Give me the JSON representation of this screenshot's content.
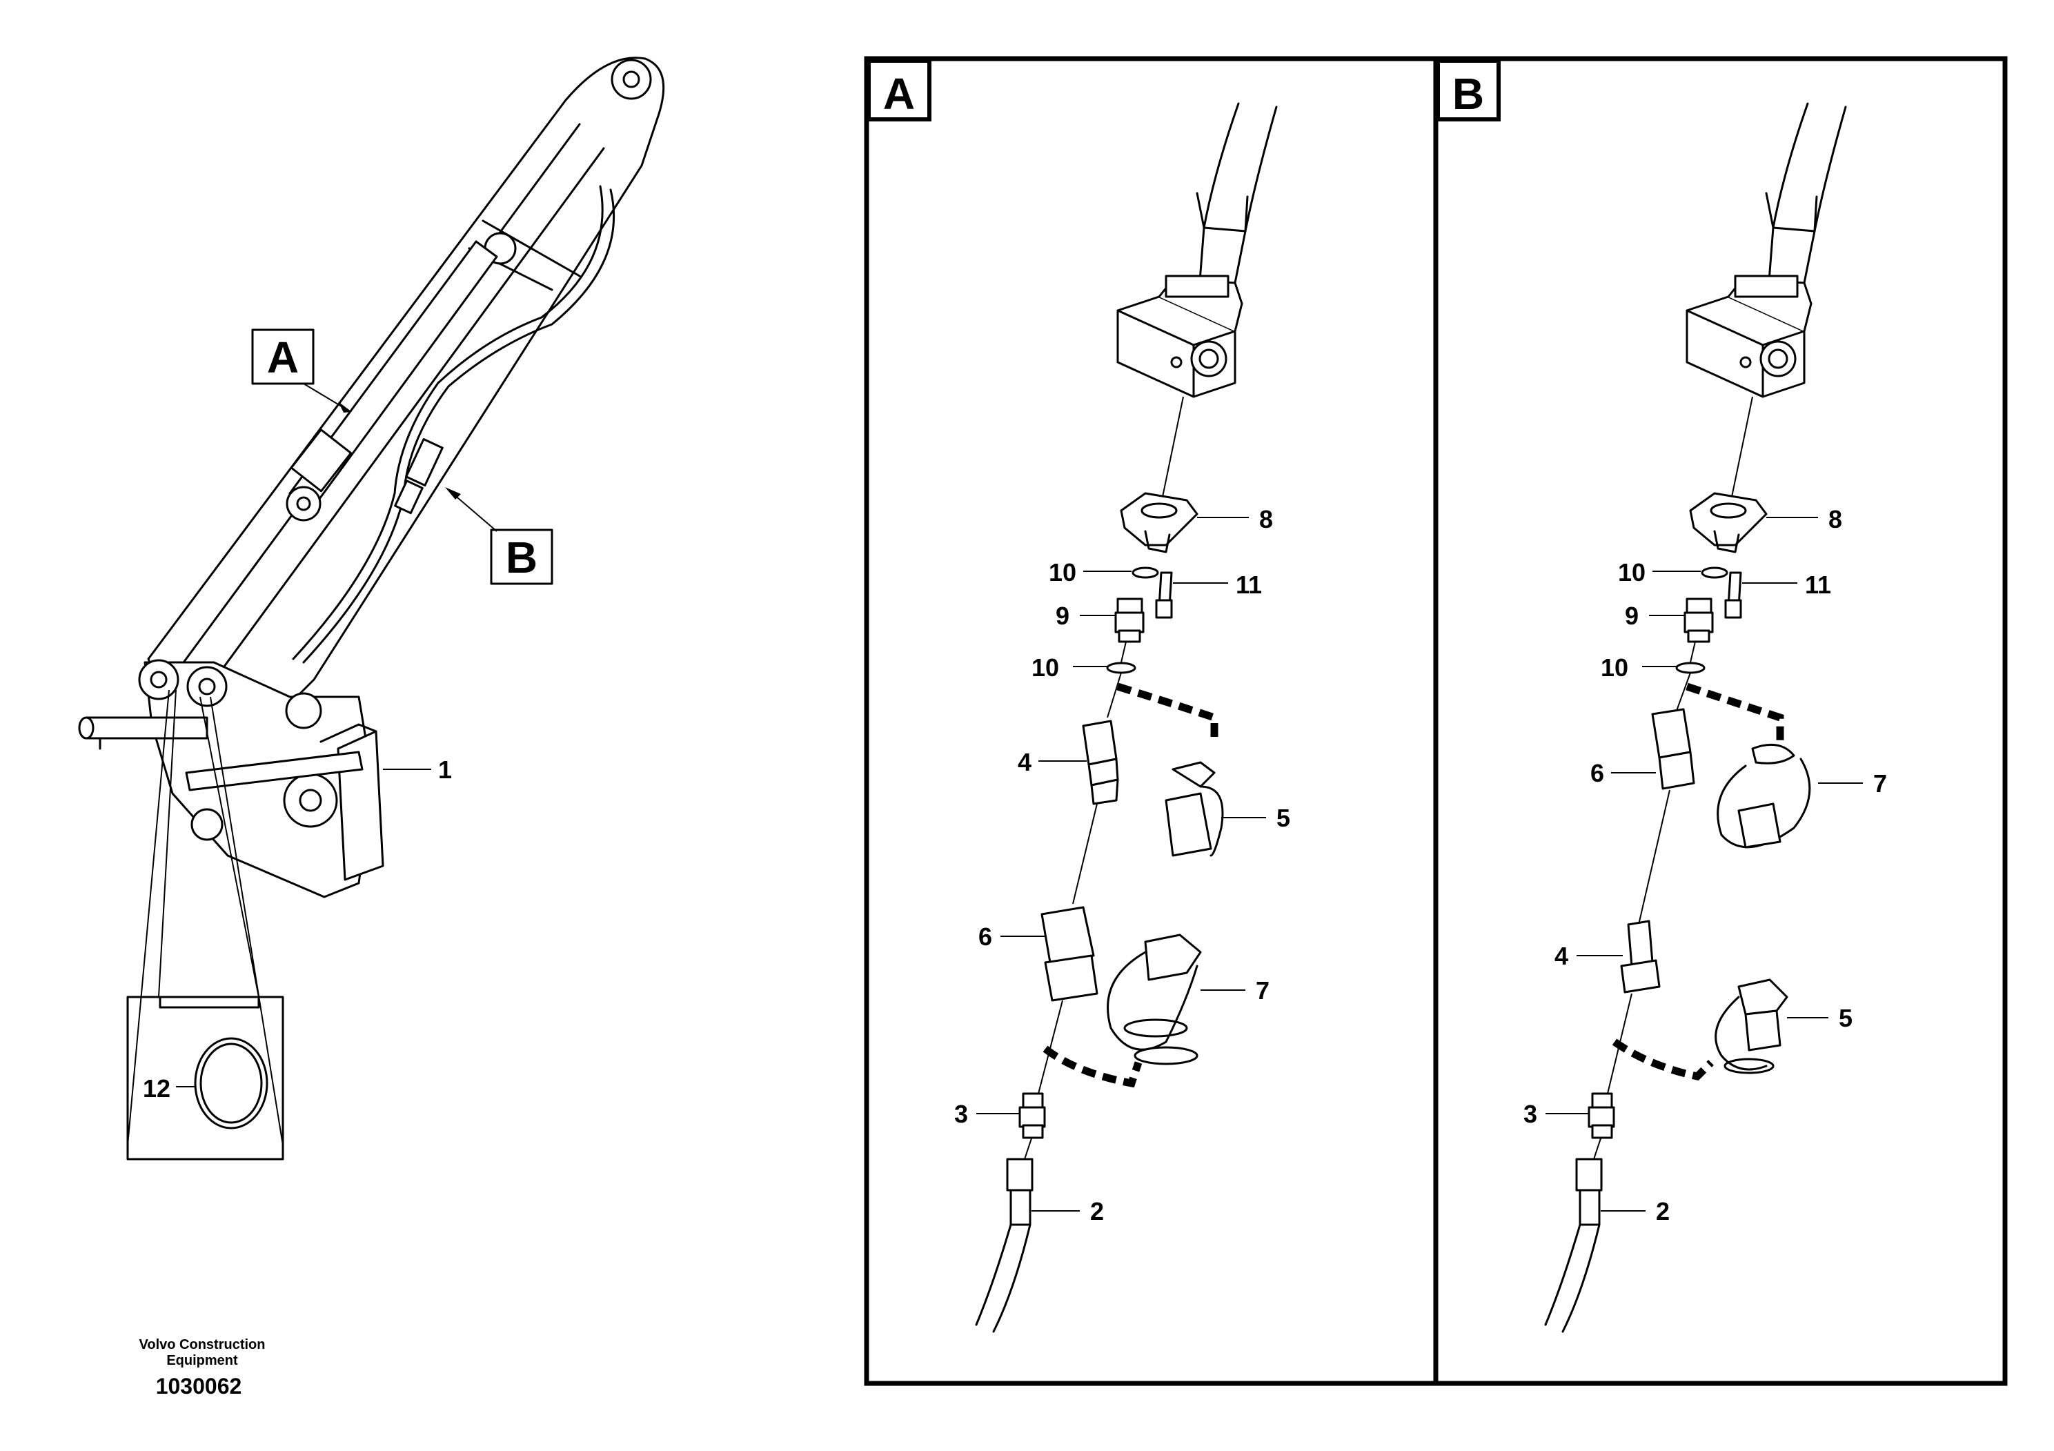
{
  "overview": {
    "callout_a": "A",
    "callout_b": "B",
    "label_1": "1",
    "label_12": "12"
  },
  "panel_a": {
    "title": "A",
    "labels": {
      "p8": "8",
      "p10a": "10",
      "p11": "11",
      "p9": "9",
      "p10b": "10",
      "p4": "4",
      "p5": "5",
      "p6": "6",
      "p7": "7",
      "p3": "3",
      "p2": "2"
    }
  },
  "panel_b": {
    "title": "B",
    "labels": {
      "p8": "8",
      "p10a": "10",
      "p11": "11",
      "p9": "9",
      "p10b": "10",
      "p6": "6",
      "p7": "7",
      "p4": "4",
      "p5": "5",
      "p3": "3",
      "p2": "2"
    }
  },
  "footer": {
    "company_line1": "Volvo Construction",
    "company_line2": "Equipment",
    "drawing_number": "1030062"
  }
}
